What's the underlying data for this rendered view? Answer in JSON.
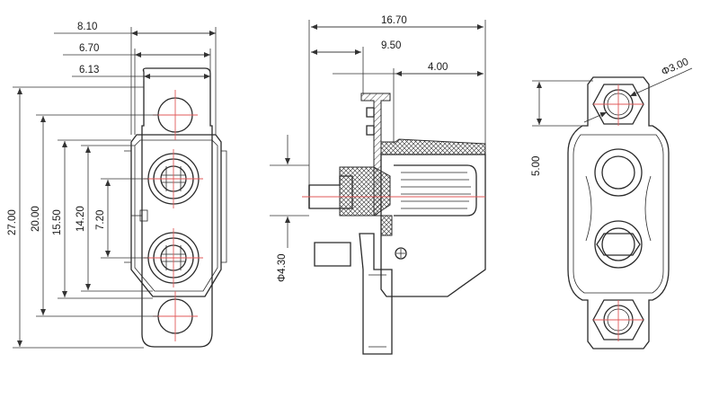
{
  "dimensions": {
    "front": {
      "w_810": "8.10",
      "w_670": "6.70",
      "w_613": "6.13",
      "h_2700": "27.00",
      "h_2000": "20.00",
      "h_1550": "15.50",
      "h_1420": "14.20",
      "h_720": "7.20"
    },
    "side": {
      "len_1670": "16.70",
      "len_950": "9.50",
      "len_400": "4.00",
      "dia_430": "Φ4.30"
    },
    "back": {
      "dia_300": "Φ3.00",
      "h_500": "5.00"
    }
  },
  "colors": {
    "line": "#2a2a2a",
    "center_mark": "#e05a5a",
    "background": "#ffffff"
  }
}
